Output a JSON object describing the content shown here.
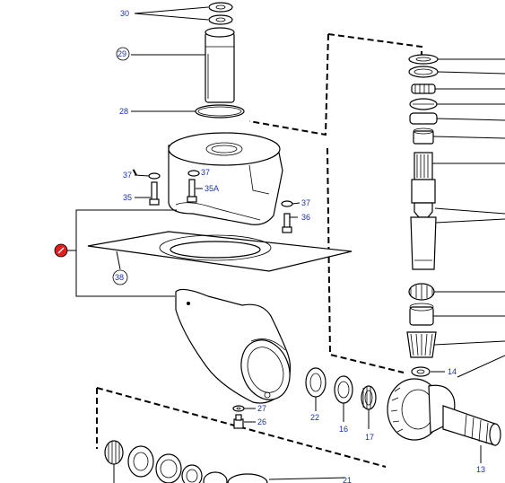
{
  "diagram": {
    "callouts": {
      "c30": "30",
      "c29": "29",
      "c28": "28",
      "c37a": "37",
      "c37b": "37",
      "c37c": "37",
      "c35": "35",
      "c35a": "35A",
      "c36": "36",
      "c38": "38",
      "c27": "27",
      "c26": "26",
      "c22": "22",
      "c16": "16",
      "c17": "17",
      "c14": "14",
      "c13": "13",
      "c21": "21"
    },
    "colors": {
      "label": "#1a2fb0",
      "marker": "#e02020",
      "line": "#000000"
    }
  }
}
